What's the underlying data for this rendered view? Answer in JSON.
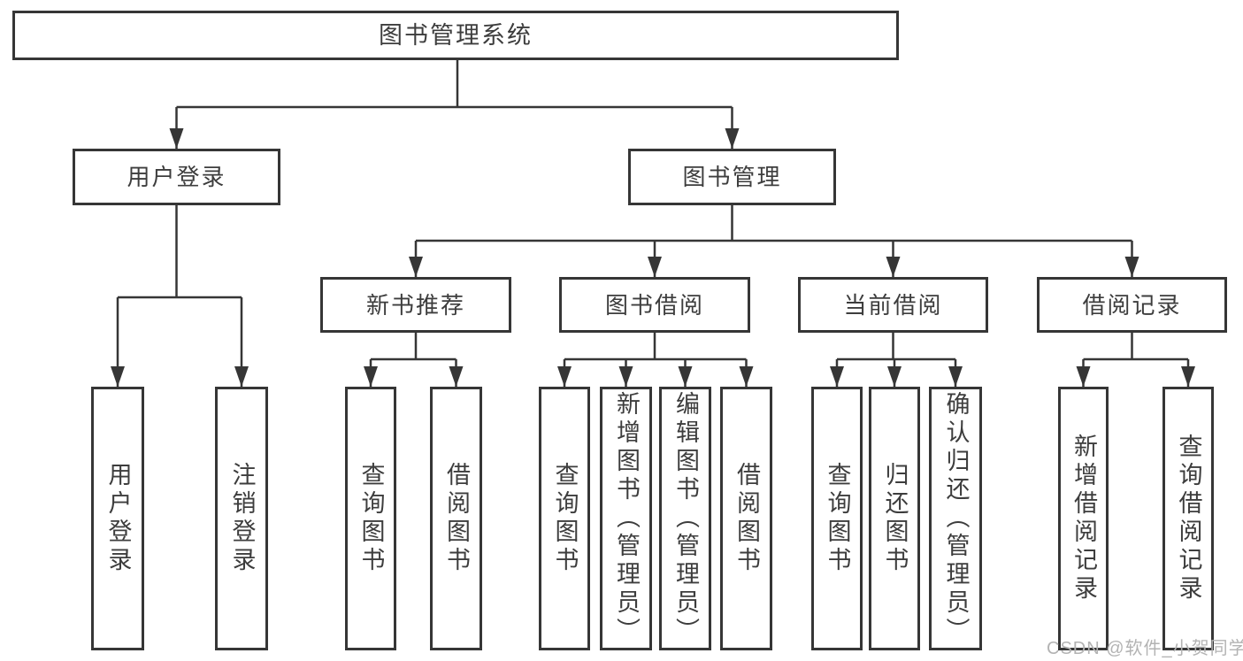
{
  "tree": {
    "root": {
      "label": "图书管理系统"
    },
    "children": [
      {
        "label": "用户登录",
        "children": [
          {
            "label": "用户登录"
          },
          {
            "label": "注销登录"
          }
        ]
      },
      {
        "label": "图书管理",
        "children": [
          {
            "label": "新书推荐",
            "children": [
              {
                "label": "查询图书"
              },
              {
                "label": "借阅图书"
              }
            ]
          },
          {
            "label": "图书借阅",
            "children": [
              {
                "label": "查询图书"
              },
              {
                "label": "新增图书（管理员）"
              },
              {
                "label": "编辑图书（管理员）"
              },
              {
                "label": "借阅图书"
              }
            ]
          },
          {
            "label": "当前借阅",
            "children": [
              {
                "label": "查询图书"
              },
              {
                "label": "归还图书"
              },
              {
                "label": "确认归还（管理员）"
              }
            ]
          },
          {
            "label": "借阅记录",
            "children": [
              {
                "label": "新增借阅记录"
              },
              {
                "label": "查询借阅记录"
              }
            ]
          }
        ]
      }
    ]
  },
  "watermark": {
    "text": "CSDN @软件_小贺同学"
  },
  "colors": {
    "line": "#363636",
    "text": "#3d3d3d",
    "watermark": "#b3b3b3",
    "background": "#ffffff"
  }
}
